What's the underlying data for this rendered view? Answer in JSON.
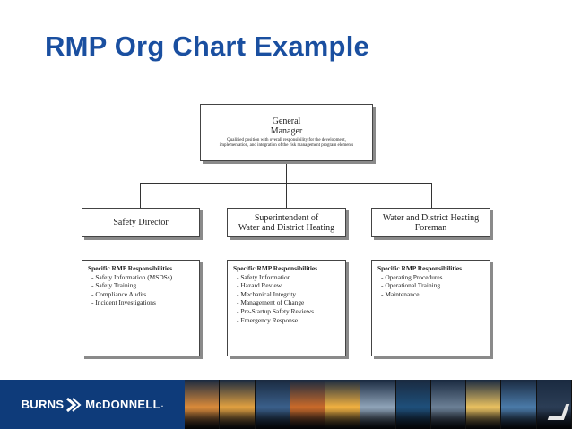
{
  "slide": {
    "title": "RMP Org Chart Example"
  },
  "org": {
    "general_manager": {
      "title_line1": "General",
      "title_line2": "Manager",
      "desc_line1": "Qualified position with overall responsibility for the development,",
      "desc_line2": "implementation, and integration of the risk management program elements"
    },
    "safety_director": {
      "title": "Safety Director",
      "resp_header": "Specific RMP Responsibilities",
      "items": [
        "Safety Information (MSDSs)",
        "Safety Training",
        "Compliance Audits",
        "Incident Investigations"
      ]
    },
    "superintendent": {
      "title_line1": "Superintendent of",
      "title_line2": "Water and District Heating",
      "resp_header": "Specific RMP Responsibilities",
      "items": [
        "Safety Information",
        "Hazard Review",
        "Mechanical Integrity",
        "Management of Change",
        "Pre-Startup Safety Reviews",
        "Emergency Response"
      ]
    },
    "foreman": {
      "title_line1": "Water and District Heating",
      "title_line2": "Foreman",
      "resp_header": "Specific RMP Responsibilities",
      "items": [
        "Operating Procedures",
        "Operational Training",
        "Maintenance"
      ]
    }
  },
  "footer": {
    "logo_left": "BURNS",
    "logo_right": "McDONNELL",
    "logo_suffix": ".",
    "logo_icon": "burns-mcdonnell-swoosh",
    "bg_color": "#0e3b7a",
    "photos": [
      "#d98a3a",
      "#e0a040",
      "#3a5f8a",
      "#c96a2a",
      "#f0b040",
      "#8fa3b8",
      "#1e4f7a",
      "#6b7f95",
      "#e8c060",
      "#4a7aa8",
      "#2b3d55"
    ]
  }
}
